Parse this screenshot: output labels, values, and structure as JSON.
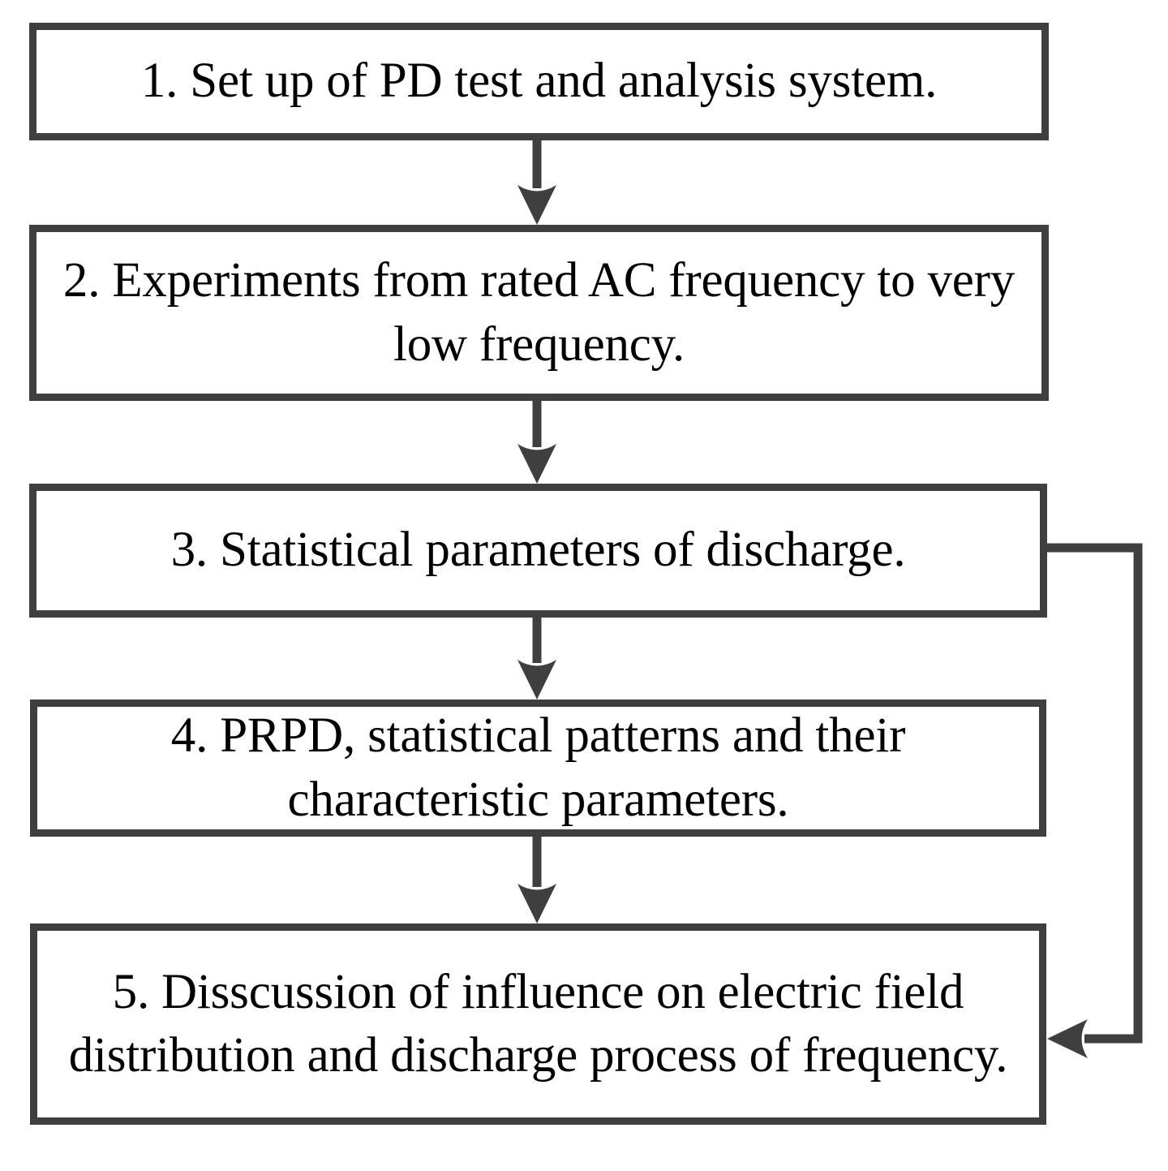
{
  "diagram": {
    "title": "Partial Discharge Research Workflow Flowchart",
    "type": "flowchart",
    "orientation": "vertical",
    "colors": {
      "box_border": "#3f3f3f",
      "box_fill": "#ffffff",
      "text": "#000000",
      "connector": "#3f3f3f",
      "background": "#ffffff"
    },
    "steps": [
      {
        "id": "step-1",
        "number": "1.",
        "text": "1. Set up of PD test and analysis system.",
        "lines": [
          "1. Set up of PD test and analysis system."
        ]
      },
      {
        "id": "step-2",
        "number": "2.",
        "text": "2. Experiments from rated AC frequency to very low frequency.",
        "lines": [
          "2. Experiments from rated AC frequency",
          "to very low frequency."
        ]
      },
      {
        "id": "step-3",
        "number": "3.",
        "text": "3. Statistical parameters of discharge.",
        "lines": [
          "3. Statistical parameters of discharge."
        ]
      },
      {
        "id": "step-4",
        "number": "4.",
        "text": "4. PRPD, statistical patterns and their characteristic parameters.",
        "lines": [
          "4. PRPD, statistical patterns and their",
          "characteristic parameters."
        ]
      },
      {
        "id": "step-5",
        "number": "5.",
        "text": "5. Disscussion of influence on electric field distribution and discharge process of frequency.",
        "lines": [
          "5. Disscussion of influence on electric",
          "field distribution and discharge process",
          "of frequency."
        ]
      }
    ],
    "connectors": [
      {
        "id": "arrow-1-2",
        "from": "step-1",
        "to": "step-2",
        "direction": "down",
        "label": ""
      },
      {
        "id": "arrow-2-3",
        "from": "step-2",
        "to": "step-3",
        "direction": "down",
        "label": ""
      },
      {
        "id": "arrow-3-4",
        "from": "step-3",
        "to": "step-4",
        "direction": "down",
        "label": ""
      },
      {
        "id": "arrow-4-5",
        "from": "step-4",
        "to": "step-5",
        "direction": "down",
        "label": ""
      },
      {
        "id": "arrow-3-5-feedback",
        "from": "step-3",
        "to": "step-5",
        "direction": "right-down-left",
        "label": ""
      }
    ]
  }
}
